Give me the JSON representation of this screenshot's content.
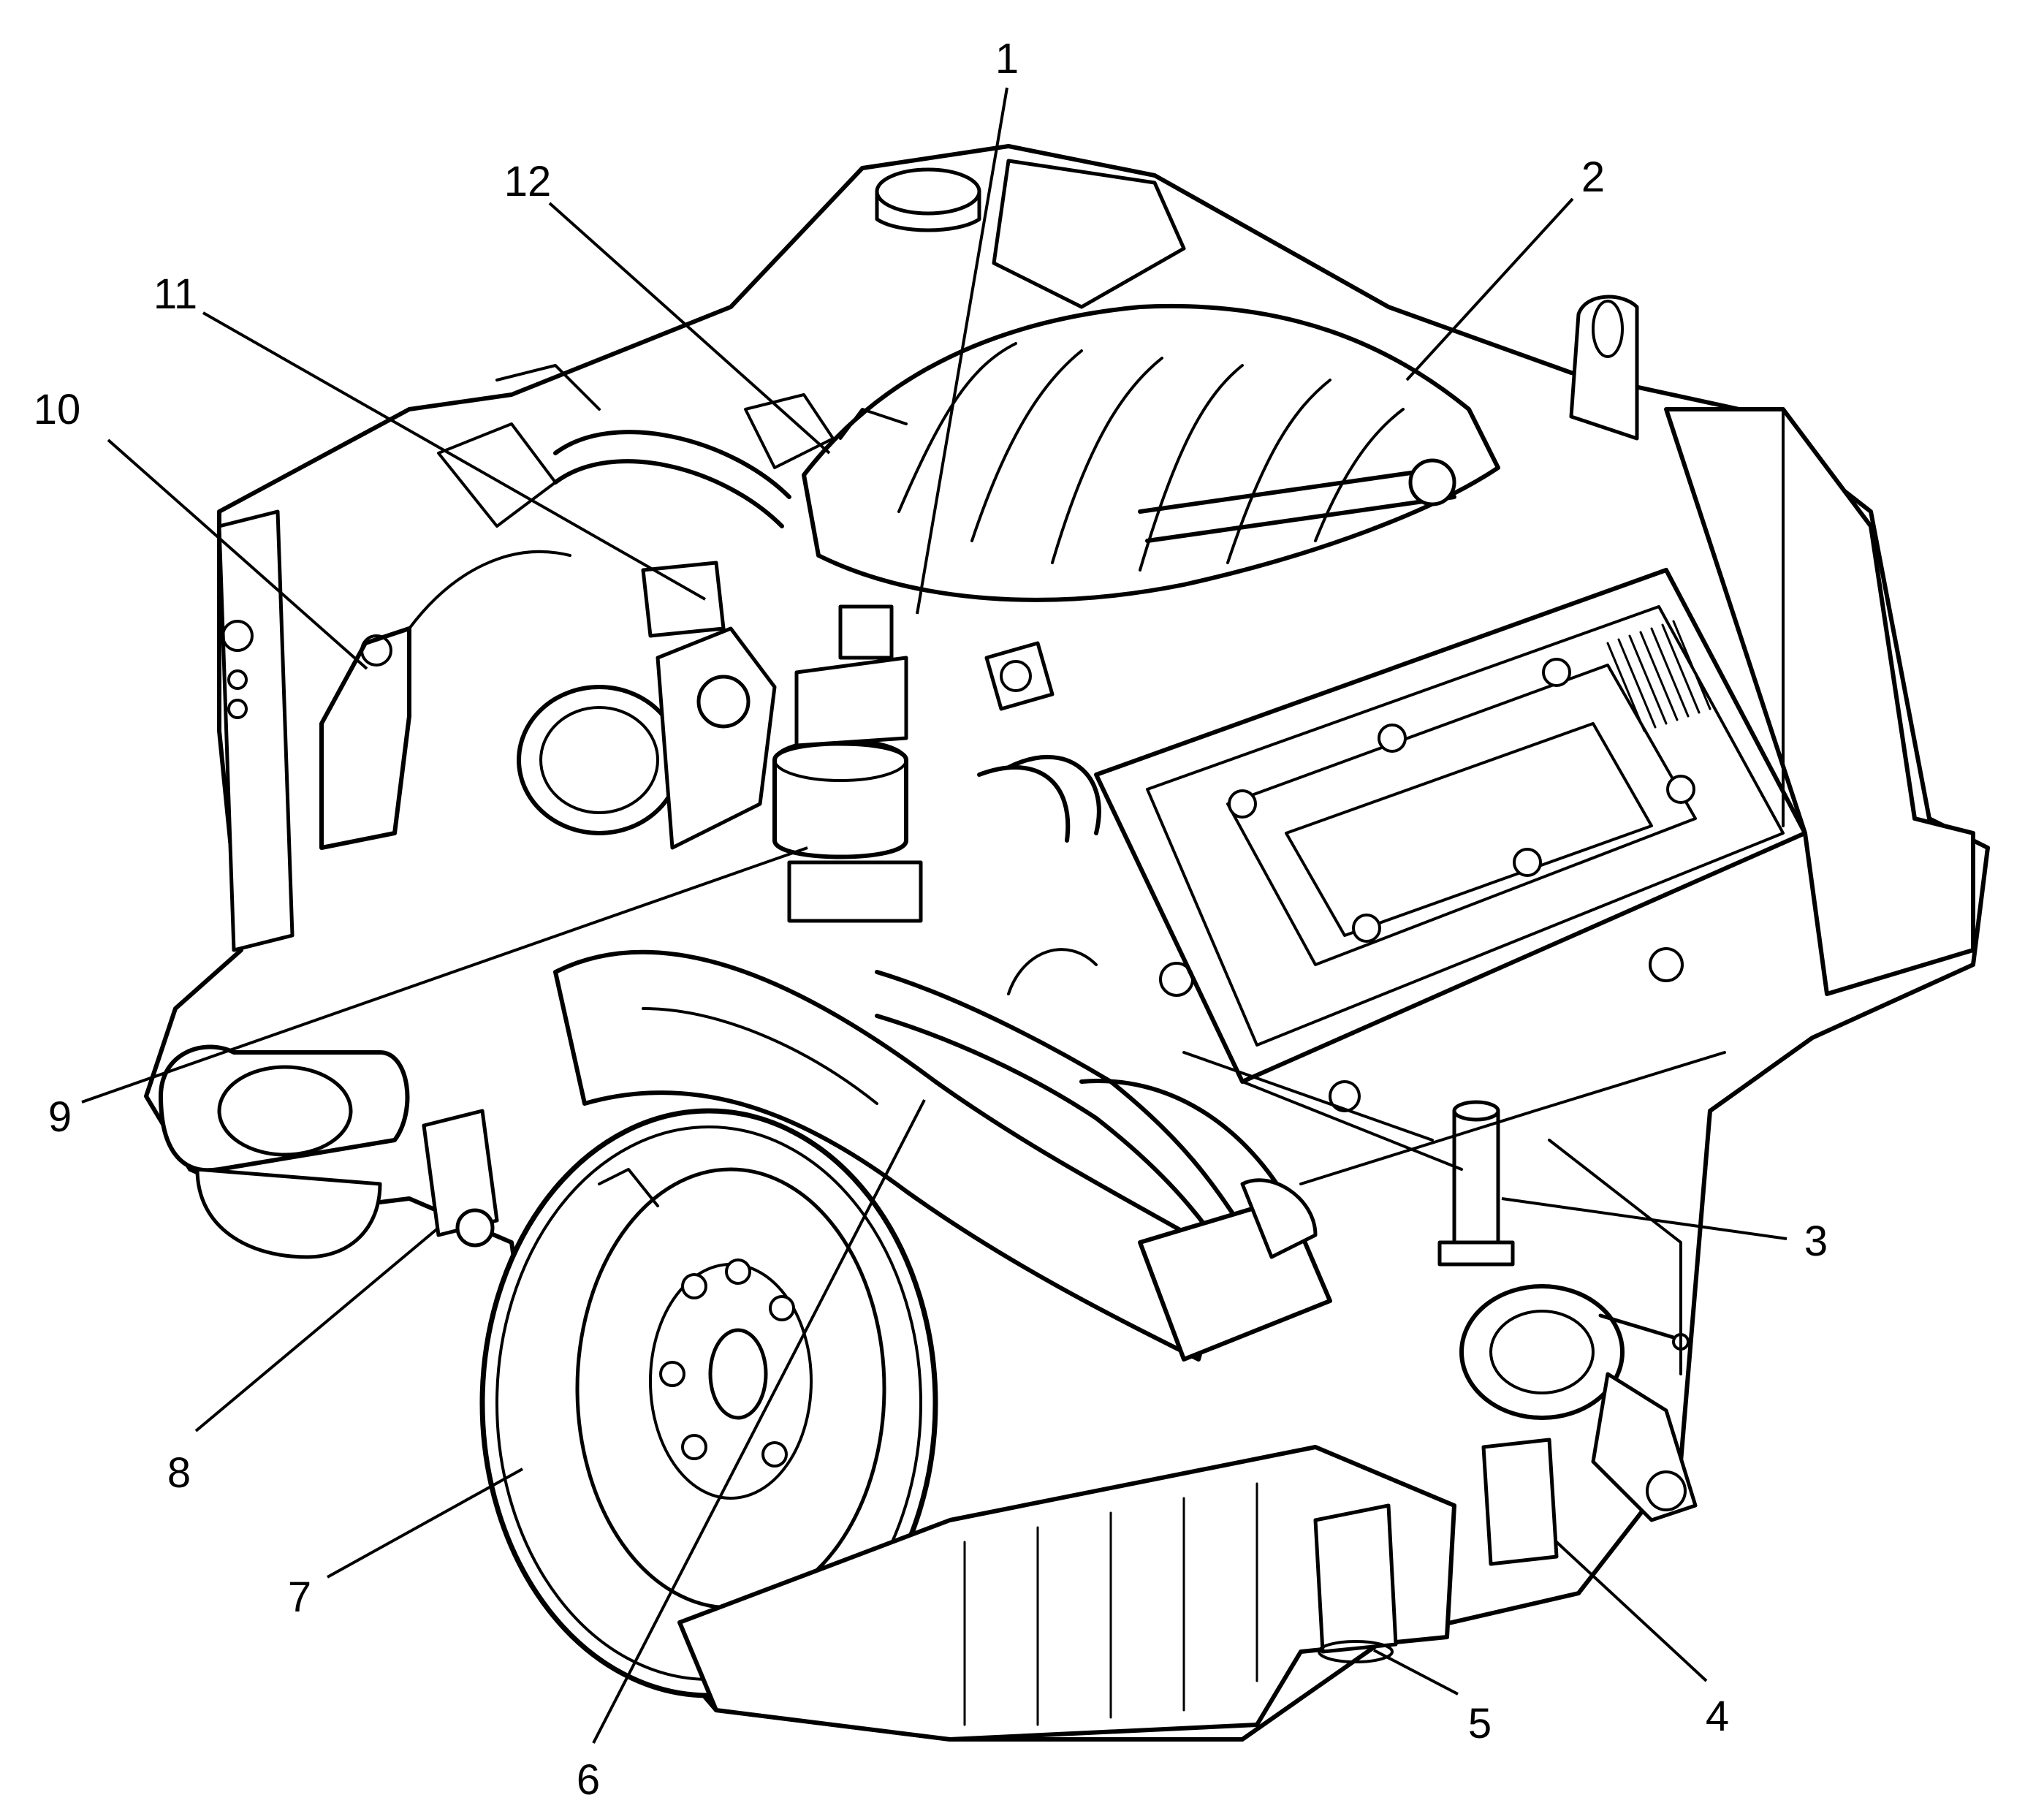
{
  "diagram": {
    "line_color": "#000000",
    "background_color": "#ffffff",
    "callouts": [
      {
        "label": "1"
      },
      {
        "label": "2"
      },
      {
        "label": "3"
      },
      {
        "label": "4"
      },
      {
        "label": "5"
      },
      {
        "label": "6"
      },
      {
        "label": "7"
      },
      {
        "label": "8"
      },
      {
        "label": "9"
      },
      {
        "label": "10"
      },
      {
        "label": "11"
      },
      {
        "label": "12"
      }
    ]
  }
}
